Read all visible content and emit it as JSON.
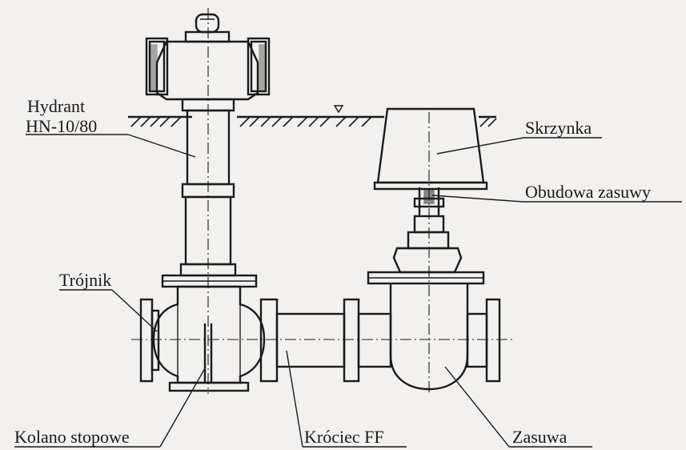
{
  "labels": {
    "hydrant_line1": "Hydrant",
    "hydrant_line2": "HN-10/80",
    "box": "Skrzynka",
    "valve_housing": "Obudowa zasuwy",
    "tee": "Trójnik",
    "foot_bend": "Kolano stopowe",
    "stub": "Króciec FF",
    "valve": "Zasuwa"
  }
}
